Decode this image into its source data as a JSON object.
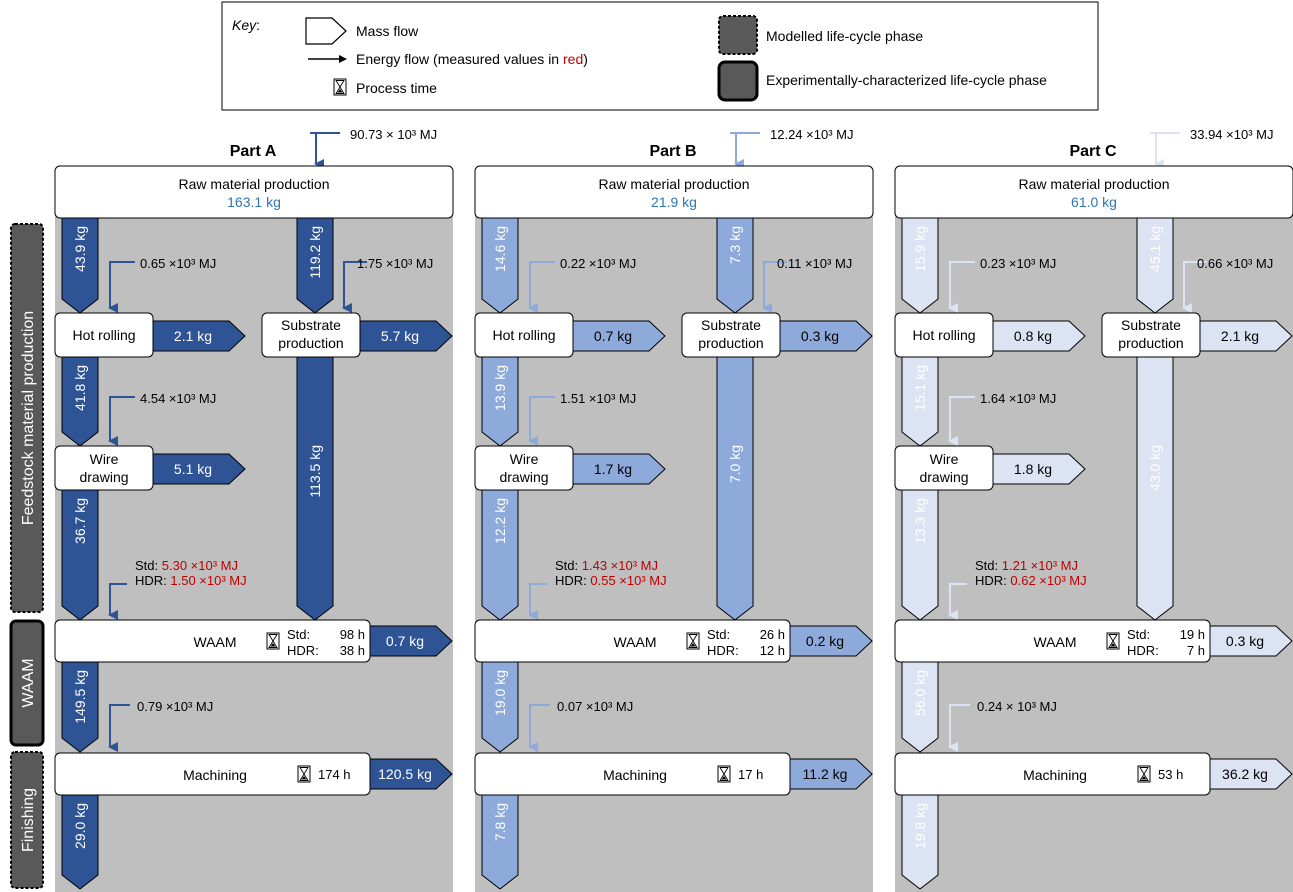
{
  "colors": {
    "partA": "#2e5496",
    "partB": "#8eaadb",
    "partC": "#dce4f4",
    "panel": "#bfbfbf",
    "phase": "#595959",
    "measured": "#c00000",
    "mass_text": "#2e75b6"
  },
  "key": {
    "title": "Key",
    "colon": ":",
    "mass_flow": "Mass flow",
    "energy_flow": "Energy flow (measured values in ",
    "energy_flow_red": "red",
    "energy_flow_end": ")",
    "process_time": "Process time",
    "modelled": "Modelled life-cycle phase",
    "experimental": "Experimentally-characterized life-cycle phase"
  },
  "phases": {
    "feedstock": "Feedstock material production",
    "waam": "WAAM",
    "finishing": "Finishing"
  },
  "process_labels": {
    "raw": "Raw material production",
    "hot_rolling": "Hot rolling",
    "substrate_1": "Substrate",
    "substrate_2": "production",
    "wire_1": "Wire",
    "wire_2": "drawing",
    "waam": "WAAM",
    "machining": "Machining",
    "std": "Std:",
    "hdr": "HDR:"
  },
  "parts": [
    {
      "name": "Part A",
      "raw_mass": "163.1 kg",
      "raw_energy": "90.73 × 10³ MJ",
      "flow_hot_in": "43.9 kg",
      "e_hot": "0.65 ×10³ MJ",
      "hot_out": "2.1 kg",
      "flow_sub_in": "119.2 kg",
      "e_sub": "1.75 ×10³ MJ",
      "sub_out": "5.7 kg",
      "flow_wire_in": "41.8 kg",
      "e_wire": "4.54 ×10³ MJ",
      "wire_out": "5.1 kg",
      "flow_sub_down": "113.5 kg",
      "flow_waam_in": "36.7 kg",
      "e_waam_std": "5.30 ×10³ MJ",
      "e_waam_hdr": "1.50 ×10³ MJ",
      "waam_std_time": "98 h",
      "waam_hdr_time": "38 h",
      "waam_out": "0.7 kg",
      "flow_mach_in": "149.5 kg",
      "e_mach": "0.79 ×10³ MJ",
      "mach_time": "174 h",
      "mach_out": "120.5 kg",
      "flow_final": "29.0 kg"
    },
    {
      "name": "Part B",
      "raw_mass": "21.9 kg",
      "raw_energy": "12.24 ×10³ MJ",
      "flow_hot_in": "14.6 kg",
      "e_hot": "0.22 ×10³ MJ",
      "hot_out": "0.7 kg",
      "flow_sub_in": "7.3 kg",
      "e_sub": "0.11 ×10³ MJ",
      "sub_out": "0.3 kg",
      "flow_wire_in": "13.9 kg",
      "e_wire": "1.51 ×10³ MJ",
      "wire_out": "1.7 kg",
      "flow_sub_down": "7.0 kg",
      "flow_waam_in": "12.2 kg",
      "e_waam_std": "1.43 ×10³ MJ",
      "e_waam_hdr": "0.55 ×10³ MJ",
      "waam_std_time": "26 h",
      "waam_hdr_time": "12 h",
      "waam_out": "0.2 kg",
      "flow_mach_in": "19.0 kg",
      "e_mach": "0.07 ×10³ MJ",
      "mach_time": "17 h",
      "mach_out": "11.2 kg",
      "flow_final": "7.8 kg"
    },
    {
      "name": "Part C",
      "raw_mass": "61.0 kg",
      "raw_energy": "33.94 ×10³ MJ",
      "flow_hot_in": "15.9 kg",
      "e_hot": "0.23 ×10³ MJ",
      "hot_out": "0.8 kg",
      "flow_sub_in": "45.1 kg",
      "e_sub": "0.66 ×10³ MJ",
      "sub_out": "2.1 kg",
      "flow_wire_in": "15.1 kg",
      "e_wire": "1.64 ×10³ MJ",
      "wire_out": "1.8 kg",
      "flow_sub_down": "43.0 kg",
      "flow_waam_in": "13.3 kg",
      "e_waam_std": "1.21 ×10³ MJ",
      "e_waam_hdr": "0.62 ×10³ MJ",
      "waam_std_time": "19 h",
      "waam_hdr_time": "7 h",
      "waam_out": "0.3 kg",
      "flow_mach_in": "56.0 kg",
      "e_mach": "0.24 × 10³ MJ",
      "mach_time": "53 h",
      "mach_out": "36.2 kg",
      "flow_final": "19.8 kg"
    }
  ]
}
